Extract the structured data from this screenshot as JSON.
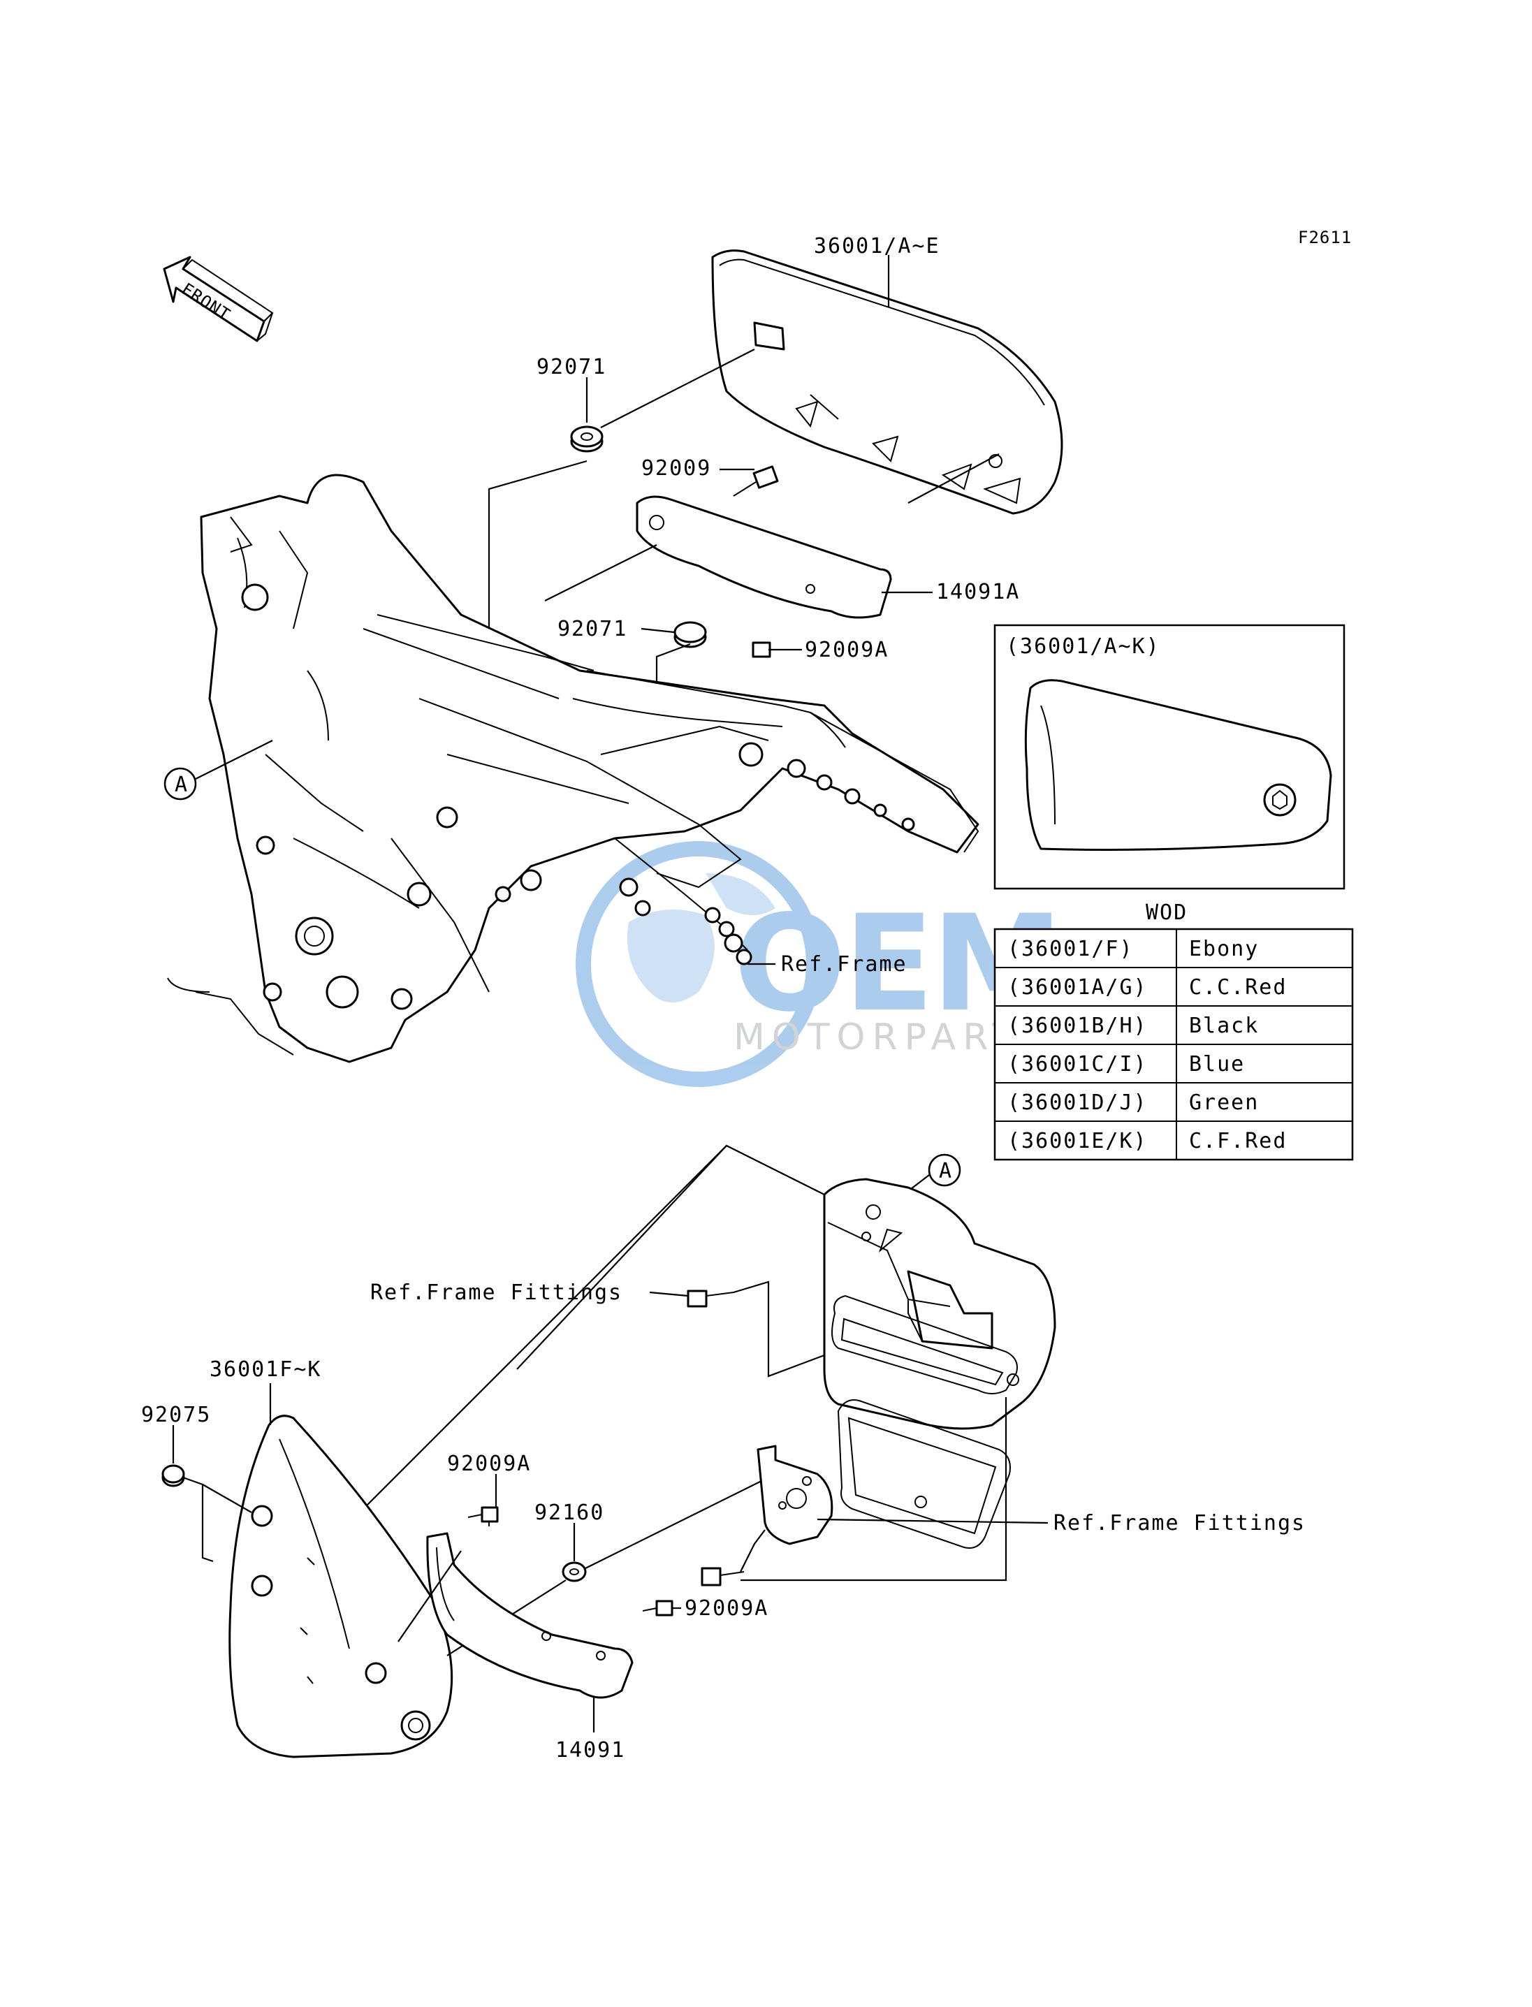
{
  "figure_code": "F2611",
  "front_label": "FRONT",
  "watermark": {
    "logo": "OEM",
    "subtitle": "MOTORPARTS"
  },
  "callouts": {
    "side_cover_upper": "36001/A~E",
    "grommet_upper_1": "92071",
    "bolt_upper": "92009",
    "bracket_upper": "14091A",
    "grommet_upper_2": "92071",
    "bolt_upper_a": "92009A",
    "ref_frame": "Ref.Frame",
    "ref_frame_fittings_1": "Ref.Frame Fittings",
    "ref_frame_fittings_2": "Ref.Frame Fittings",
    "side_cover_lower": "36001F~K",
    "nut_lower": "92075",
    "bolt_lower_a_1": "92009A",
    "washer_lower": "92160",
    "bolt_lower_a_2": "92009A",
    "bracket_lower": "14091",
    "marker_a": "A"
  },
  "inset": {
    "title": "(36001/A~K)"
  },
  "color_table": {
    "title": "WOD",
    "rows": [
      {
        "part": "(36001/F)",
        "color": "Ebony"
      },
      {
        "part": "(36001A/G)",
        "color": "C.C.Red"
      },
      {
        "part": "(36001B/H)",
        "color": "Black"
      },
      {
        "part": "(36001C/I)",
        "color": "Blue"
      },
      {
        "part": "(36001D/J)",
        "color": "Green"
      },
      {
        "part": "(36001E/K)",
        "color": "C.F.Red"
      }
    ]
  },
  "colors": {
    "line": "#000000",
    "watermark_blue": "#4a90d9",
    "watermark_gray": "#9aa0a6"
  }
}
